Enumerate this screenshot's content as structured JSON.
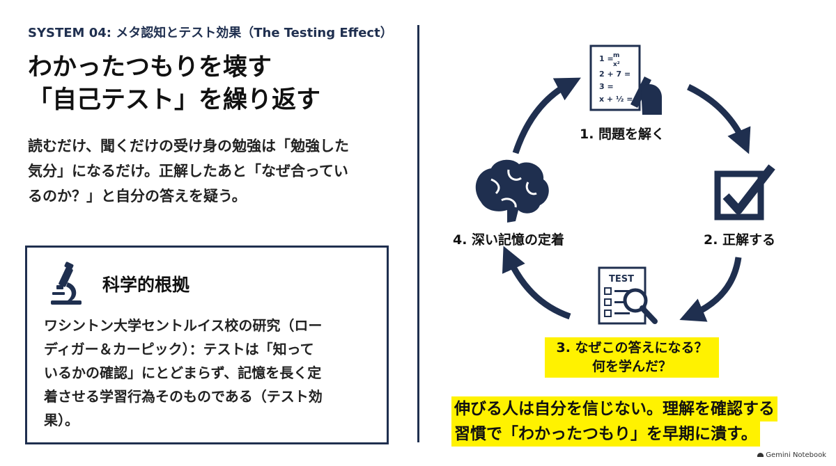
{
  "header": {
    "system_label": "SYSTEM 04: メタ認知とテスト効果（The Testing Effect）",
    "headline_line1": "わかったつもりを壊す",
    "headline_line2": "「自己テスト」を繰り返す"
  },
  "lead": {
    "line1": "読むだけ、聞くだけの受け身の勉強は「勉強した",
    "line2": "気分」になるだけ。正解したあと「なぜ合ってい",
    "line3": "るのか？」と自分の答えを疑う。"
  },
  "evidence": {
    "title": "科学的根拠",
    "icon": "microscope-icon",
    "line1": "ワシントン大学セントルイス校の研究（ロー",
    "line2": "ディガー＆カーピック）：テストは「知って",
    "line3": "いるかの確認」にとどまらず、記憶を長く定",
    "line4": "着させる学習行為そのものである（テスト効",
    "line5": "果）。"
  },
  "cycle": {
    "step1": "1. 問題を解く",
    "step2": "2. 正解する",
    "step3_line1": "3. なぜこの答えになる？",
    "step3_line2": "何を学んだ？",
    "step4": "4. 深い記憶の定着",
    "worksheet_lines": [
      "1 =",
      "m",
      "x²",
      "2 + 7 =",
      "3 =",
      "x + ½ ="
    ],
    "test_label": "TEST"
  },
  "takeaway": {
    "line1": "伸びる人は自分を信じない。理解を確認する",
    "line2": "習慣で「わかったつもり」を早期に潰す。"
  },
  "brand": {
    "label": "Gemini Notebook"
  },
  "colors": {
    "navy": "#1f2f4f",
    "highlight": "#fff200"
  }
}
